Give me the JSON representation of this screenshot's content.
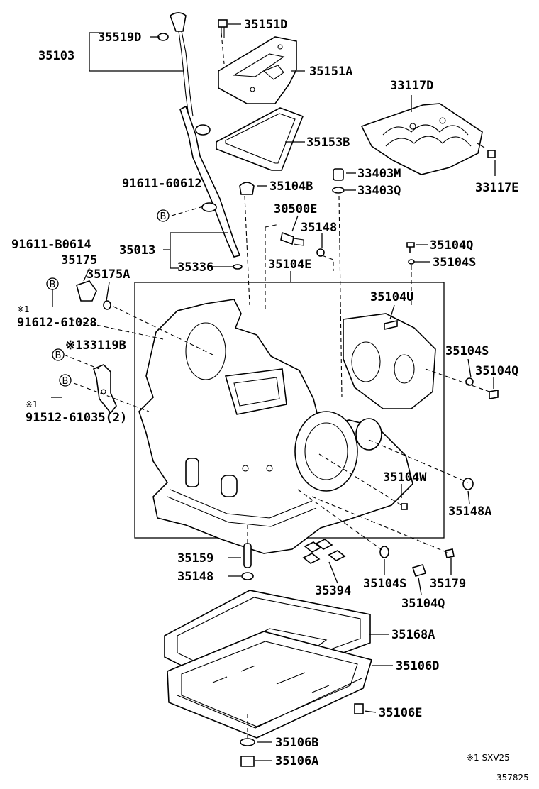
{
  "labels": {
    "p35519D": "35519D",
    "p35103": "35103",
    "p35151D": "35151D",
    "p35151A": "35151A",
    "p33117D": "33117D",
    "p35153B": "35153B",
    "p33403M": "33403M",
    "p33403Q": "33403Q",
    "p33117E": "33117E",
    "p91611_60612": "91611-60612",
    "p35104B": "35104B",
    "p30500E": "30500E",
    "p35148_top": "35148",
    "p91611_B0614": "91611-B0614",
    "p35175": "35175",
    "p35013": "35013",
    "p35104Q_top": "35104Q",
    "p35336": "35336",
    "p35104E": "35104E",
    "p35104S_top": "35104S",
    "p35175A": "35175A",
    "p35104U": "35104U",
    "note1_a": "※1",
    "p91612_61028": "91612-61028",
    "p33119B": "※133119B",
    "p35104S_right": "35104S",
    "p35104Q_right": "35104Q",
    "note1_b": "※1",
    "p91512_61035": "91512-61035(2)",
    "p35104W": "35104W",
    "p35148A": "35148A",
    "p35159": "35159",
    "p35148_bottom": "35148",
    "p35394": "35394",
    "p35104S_bottom": "35104S",
    "p35179": "35179",
    "p35104Q_bottom": "35104Q",
    "p35168A": "35168A",
    "p35106D": "35106D",
    "p35106E": "35106E",
    "p35106B": "35106B",
    "p35106A": "35106A",
    "ref_letter": "B",
    "footnote": "※1 SXV25",
    "diagram_id": "357825"
  }
}
